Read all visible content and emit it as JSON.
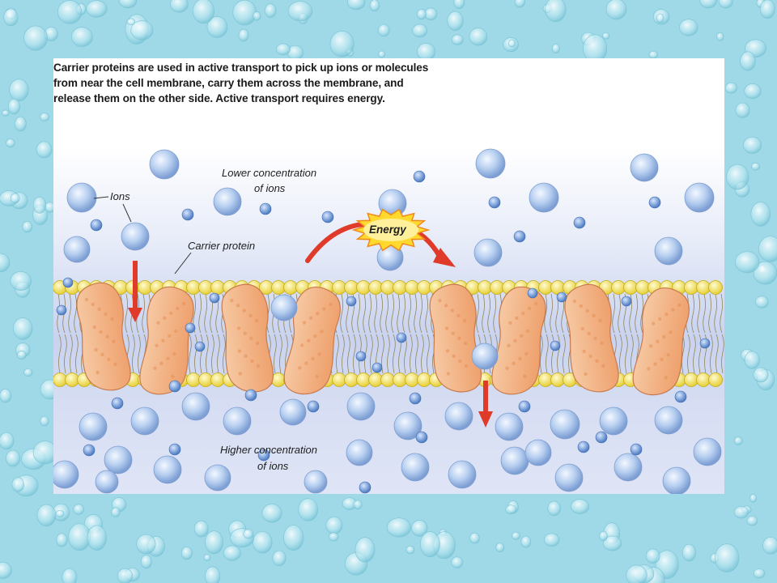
{
  "caption": "Carrier proteins are used in active transport to pick up ions or molecules from near the cell membrane, carry them across the membrane, and release them on the other side. Active transport requires energy.",
  "labels": {
    "lower_concentration": [
      "Lower concentration",
      "of ions"
    ],
    "higher_concentration": [
      "Higher concentration",
      "of ions"
    ],
    "ions": "Ions",
    "carrier_protein": "Carrier protein",
    "energy": "Energy"
  },
  "colors": {
    "background": "#9fd8e6",
    "fluid": "#d6dff5",
    "ion": "#a9c6ec",
    "phospholipid_head": "#f2e35a",
    "protein": "#f3b88c",
    "arrow": "#e03a2a",
    "energy_burst": "#ffd92e"
  }
}
